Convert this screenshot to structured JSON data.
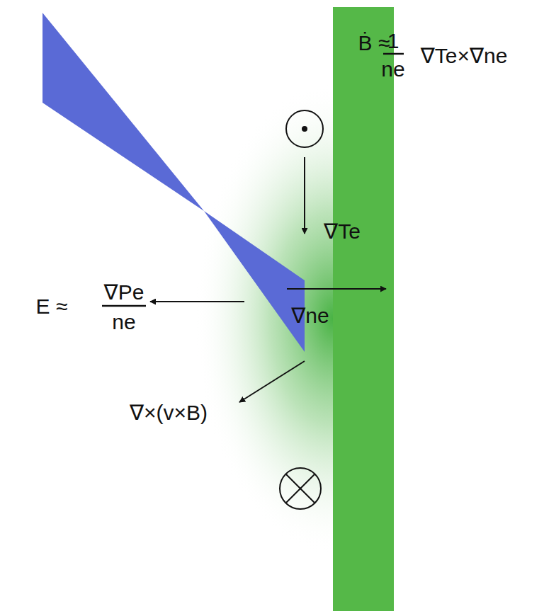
{
  "diagram": {
    "labels": [
      "Ḃ ≈",
      "1",
      "ne",
      "∇Te×∇ne",
      "∇Te",
      "∇ne",
      "E ≈",
      "∇Pe",
      "ne",
      "∇×(v×B)"
    ]
  }
}
